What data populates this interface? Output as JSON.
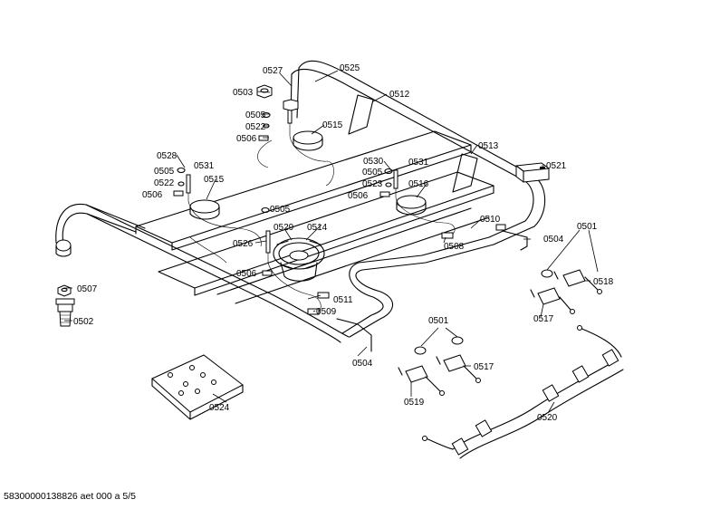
{
  "footer": "58300000138826 aet 000 a 5/5",
  "parts": {
    "p0501a": "0501",
    "p0501b": "0501",
    "p0502": "0502",
    "p0503": "0503",
    "p0504a": "0504",
    "p0504b": "0504",
    "p0505a": "0505",
    "p0505b": "0505",
    "p0505c": "0505",
    "p0505d": "0505",
    "p0506a": "0506",
    "p0506b": "0506",
    "p0506c": "0506",
    "p0506d": "0506",
    "p0507": "0507",
    "p0508": "0508",
    "p0509": "0509",
    "p0510": "0510",
    "p0511": "0511",
    "p0512": "0512",
    "p0513": "0513",
    "p0514": "0514",
    "p0515a": "0515",
    "p0515b": "0515",
    "p0516": "0516",
    "p0517a": "0517",
    "p0517b": "0517",
    "p0518": "0518",
    "p0519": "0519",
    "p0520": "0520",
    "p0521": "0521",
    "p0522a": "0522",
    "p0522b": "0522",
    "p0523": "0523",
    "p0524": "0524",
    "p0525": "0525",
    "p0526": "0526",
    "p0527": "0527",
    "p0528": "0528",
    "p0529": "0529",
    "p0530": "0530",
    "p0531a": "0531",
    "p0531b": "0531"
  }
}
